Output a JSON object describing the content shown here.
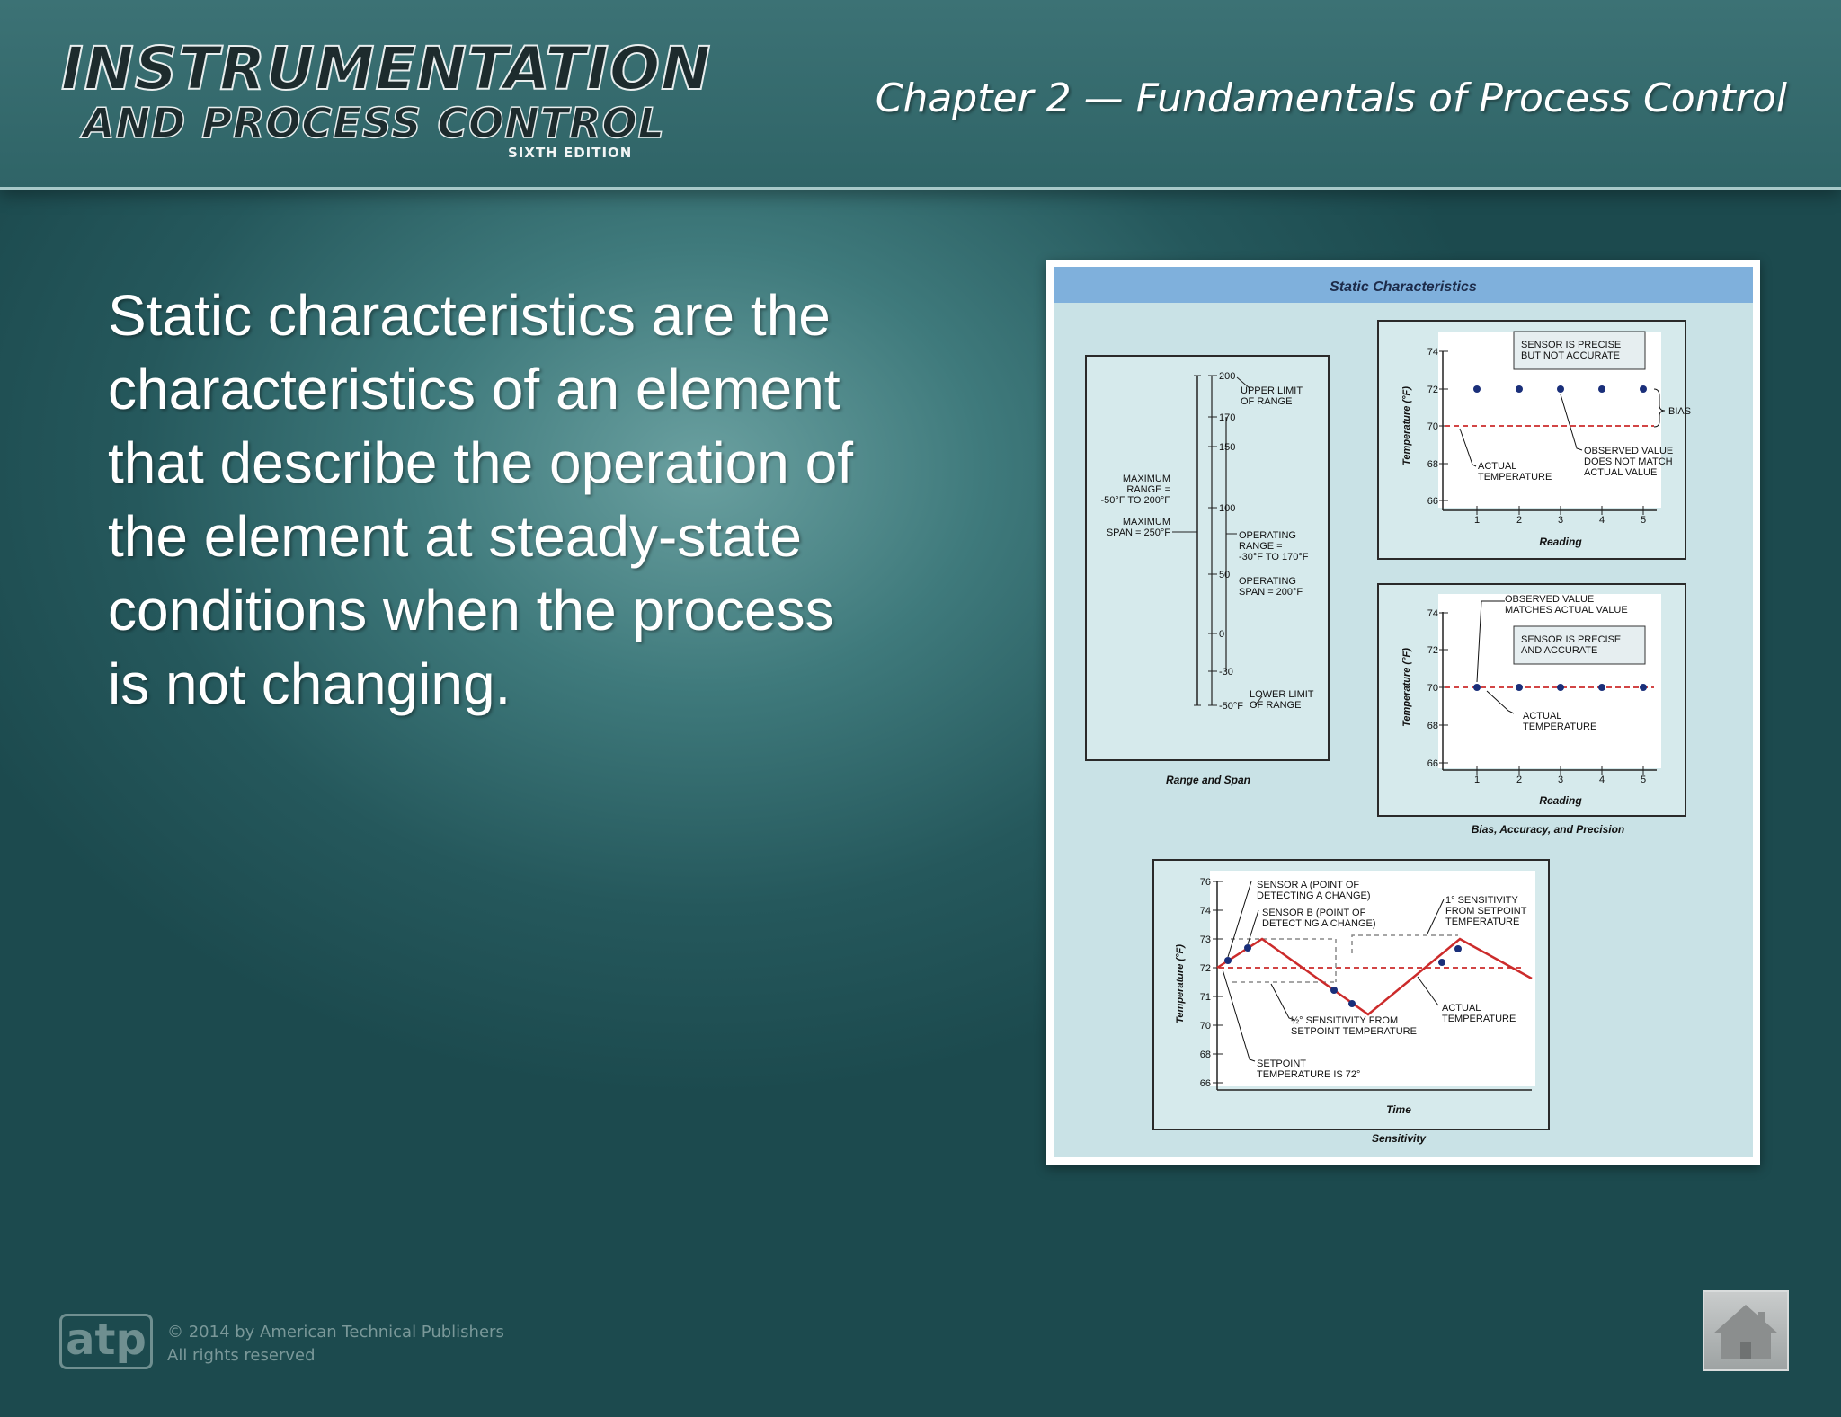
{
  "header": {
    "logo_line1": "INSTRUMENTATION",
    "logo_line2": "AND PROCESS CONTROL",
    "logo_edition": "SIXTH EDITION",
    "chapter_title": "Chapter 2 — Fundamentals of Process Control"
  },
  "main": {
    "body_text": "Static characteristics are the characteristics of an element that describe the operation of the element at steady-state conditions when the process is not changing."
  },
  "figure": {
    "title": "Static Characteristics",
    "range_span": {
      "caption": "Range and Span",
      "ticks": [
        "200",
        "170",
        "150",
        "100",
        "50",
        "0",
        "-30",
        "-50°F"
      ],
      "upper_limit": [
        "UPPER LIMIT",
        "OF RANGE"
      ],
      "lower_limit": [
        "LOWER LIMIT",
        "OF RANGE"
      ],
      "max_range": [
        "MAXIMUM",
        "RANGE =",
        "-50°F TO 200°F"
      ],
      "max_span": [
        "MAXIMUM",
        "SPAN = 250°F"
      ],
      "operating_range": [
        "OPERATING",
        "RANGE =",
        "-30°F TO 170°F"
      ],
      "operating_span": [
        "OPERATING",
        "SPAN = 200°F"
      ]
    },
    "bias_chart_1": {
      "y_ticks": [
        "74",
        "72",
        "70",
        "68",
        "66"
      ],
      "x_ticks": [
        "1",
        "2",
        "3",
        "4",
        "5"
      ],
      "ylabel": "Temperature (°F)",
      "xlabel": "Reading",
      "box_label": [
        "SENSOR IS PRECISE",
        "BUT NOT ACCURATE"
      ],
      "bias_label": "BIAS",
      "observed_label": [
        "OBSERVED VALUE",
        "DOES NOT MATCH",
        "ACTUAL VALUE"
      ],
      "actual_label": [
        "ACTUAL",
        "TEMPERATURE"
      ]
    },
    "bias_chart_2": {
      "y_ticks": [
        "74",
        "72",
        "70",
        "68",
        "66"
      ],
      "x_ticks": [
        "1",
        "2",
        "3",
        "4",
        "5"
      ],
      "ylabel": "Temperature (°F)",
      "xlabel": "Reading",
      "top_label": [
        "OBSERVED VALUE",
        "MATCHES ACTUAL VALUE"
      ],
      "box_label": [
        "SENSOR IS PRECISE",
        "AND ACCURATE"
      ],
      "actual_label": [
        "ACTUAL",
        "TEMPERATURE"
      ],
      "caption": "Bias, Accuracy, and Precision"
    },
    "sensitivity_chart": {
      "y_ticks": [
        "76",
        "74",
        "73",
        "72",
        "71",
        "70",
        "68",
        "66"
      ],
      "ylabel": "Temperature (°F)",
      "xlabel": "Time",
      "sensor_a": [
        "SENSOR A (POINT OF",
        "DETECTING A CHANGE)"
      ],
      "sensor_b": [
        "SENSOR B (POINT OF",
        "DETECTING A CHANGE)"
      ],
      "one_deg": [
        "1° SENSITIVITY",
        "FROM SETPOINT",
        "TEMPERATURE"
      ],
      "half_deg": [
        "½° SENSITIVITY FROM",
        "SETPOINT TEMPERATURE"
      ],
      "actual_label": [
        "ACTUAL",
        "TEMPERATURE"
      ],
      "setpoint_label": [
        "SETPOINT",
        "TEMPERATURE IS 72°"
      ],
      "caption": "Sensitivity"
    }
  },
  "footer": {
    "logo_text": "atp",
    "copyright_line1": "© 2014 by American Technical Publishers",
    "copyright_line2": "All rights reserved"
  },
  "colors": {
    "figure_header": "#7fb0dc",
    "figure_panel": "#c9e2e6",
    "red_line": "#cc2b2b",
    "point_blue": "#1a2f7a"
  },
  "icons": {
    "home": "home-icon"
  }
}
